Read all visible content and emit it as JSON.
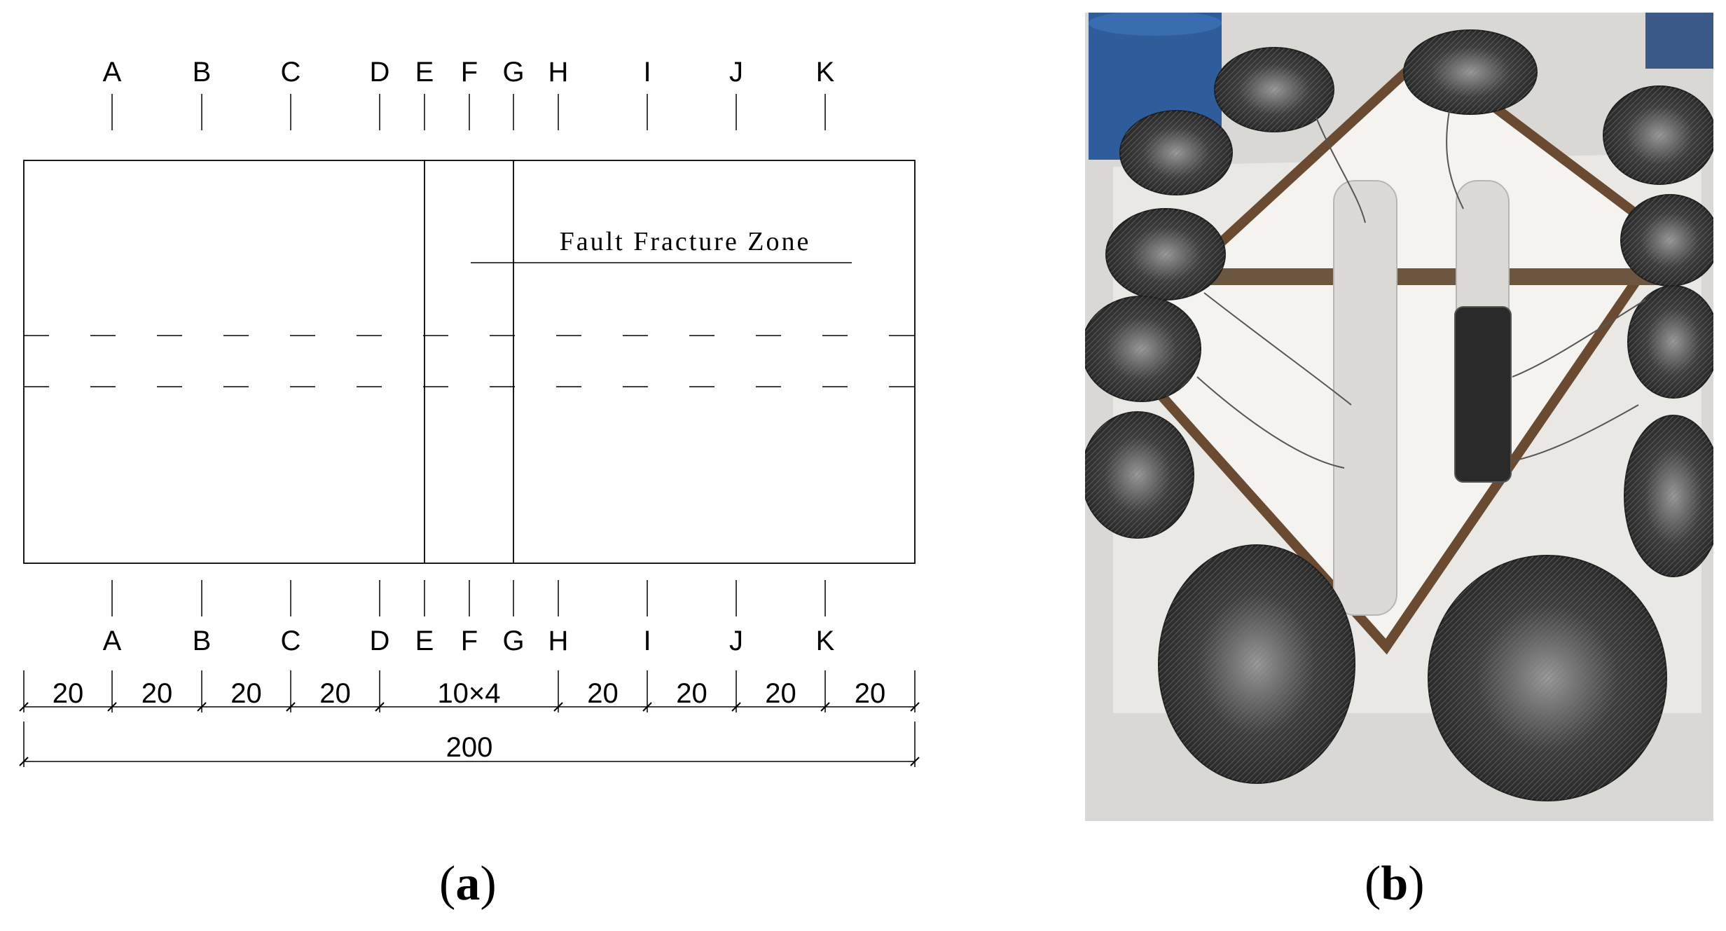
{
  "panel_a": {
    "stations": [
      "A",
      "B",
      "C",
      "D",
      "E",
      "F",
      "G",
      "H",
      "I",
      "J",
      "K"
    ],
    "zone_label": "Fault Fracture Zone",
    "spacings": [
      "20",
      "20",
      "20",
      "20",
      "10×4",
      "20",
      "20",
      "20",
      "20"
    ],
    "total": "200",
    "caption": {
      "open": "(",
      "letter": "a",
      "close": ")"
    }
  },
  "panel_b": {
    "caption": {
      "open": "(",
      "letter": "b",
      "close": ")"
    }
  }
}
